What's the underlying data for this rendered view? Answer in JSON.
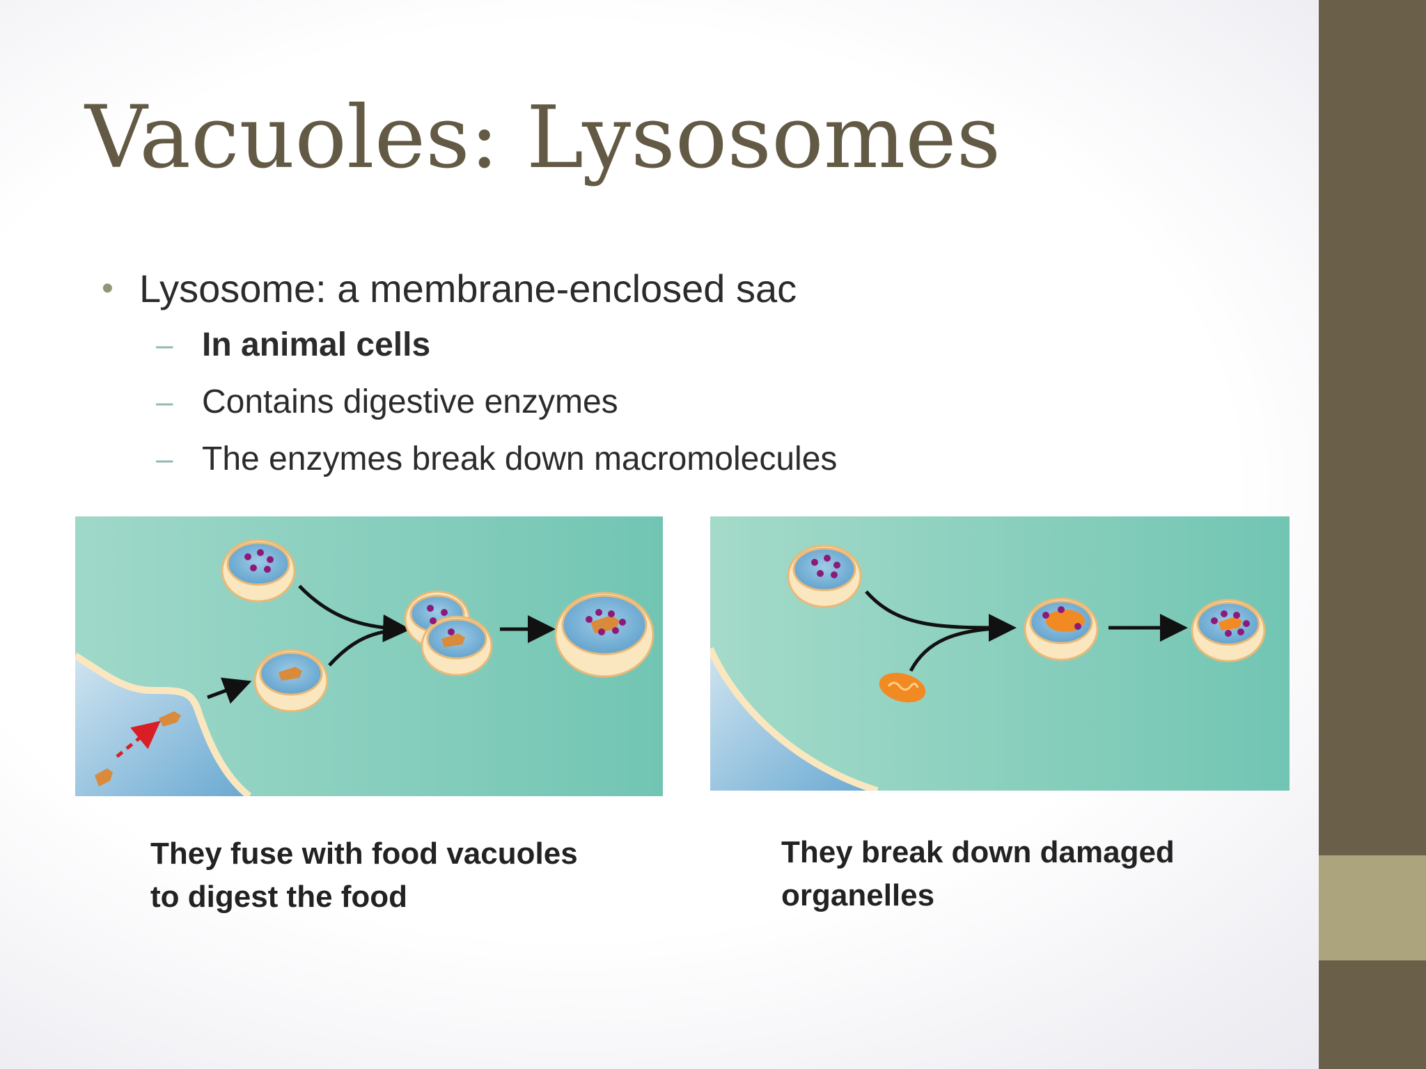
{
  "slide": {
    "title": "Vacuoles: Lysosomes",
    "bullet_main": "Lysosome: a membrane-enclosed sac",
    "sub_bullets": [
      "In animal cells",
      "Contains digestive enzymes",
      "The enzymes break down macromolecules"
    ],
    "bullet_marker": "•",
    "sub_marker": "–"
  },
  "figures": {
    "left_caption_lines": [
      "They fuse with food vacuoles",
      "to digest the food"
    ],
    "right_caption_lines": [
      "They break down damaged",
      "organelles"
    ]
  },
  "colors": {
    "title": "#635a45",
    "sidebar": "#6a5f48",
    "sidebar_accent": "#aba47d",
    "cytoplasm": "#7fcdbb",
    "membrane": "#fbe7bf",
    "enzyme": "#8b1a7a",
    "food": "#d98a3a",
    "organelle": "#f28a24"
  }
}
